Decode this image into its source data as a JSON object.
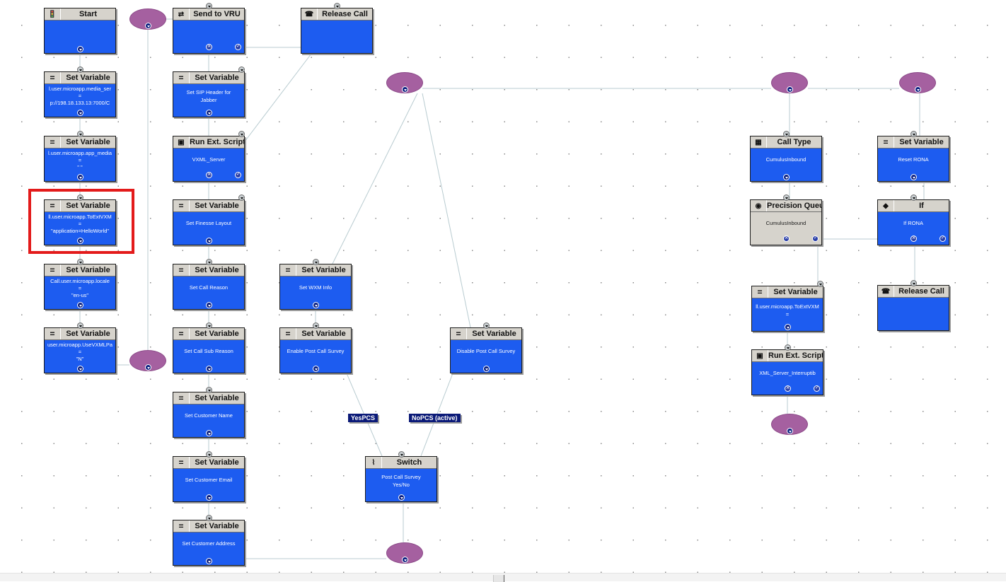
{
  "colors": {
    "node_body": "#1d5cf0",
    "node_header": "#d6d3cc",
    "connector": "#a560a0",
    "label_tag": "#0b1a78",
    "highlight": "#e31b1b",
    "edge": "#b8cbd0"
  },
  "nodes": [
    {
      "id": "start",
      "type": "Start",
      "title": "Start",
      "icon": "traffic-light-icon",
      "lines": []
    },
    {
      "id": "sv1",
      "type": "Set Variable",
      "title": "Set Variable",
      "icon": "equals-icon",
      "lines": [
        "l.user.microapp.media_ser",
        "=",
        "p://198.18.133.13:7000/C"
      ]
    },
    {
      "id": "sv2",
      "type": "Set Variable",
      "title": "Set Variable",
      "icon": "equals-icon",
      "lines": [
        "l.user.microapp.app_media",
        "=",
        "\" \""
      ]
    },
    {
      "id": "sv3",
      "type": "Set Variable",
      "title": "Set Variable",
      "icon": "equals-icon",
      "lines": [
        "ll.user.microapp.ToExtVXM",
        "=",
        "\"application=HelloWorld\""
      ]
    },
    {
      "id": "sv4",
      "type": "Set Variable",
      "title": "Set Variable",
      "icon": "equals-icon",
      "lines": [
        "Call.user.microapp.locale",
        "=",
        "\"en-us\""
      ]
    },
    {
      "id": "sv5",
      "type": "Set Variable",
      "title": "Set Variable",
      "icon": "equals-icon",
      "lines": [
        "user.microapp.UseVXMLPa",
        "=",
        "\"N\""
      ]
    },
    {
      "id": "vru",
      "type": "Send to VRU",
      "title": "Send to VRU",
      "icon": "send-to-vru-icon",
      "lines": []
    },
    {
      "id": "rel1",
      "type": "Release Call",
      "title": "Release Call",
      "icon": "release-call-icon",
      "lines": []
    },
    {
      "id": "sip",
      "type": "Set Variable",
      "title": "Set Variable",
      "icon": "equals-icon",
      "lines": [
        "Set SIP Header for",
        "Jabber"
      ]
    },
    {
      "id": "res1",
      "type": "Run Ext. Script",
      "title": "Run Ext. Script",
      "icon": "run-script-icon",
      "lines": [
        "VXML_Server"
      ]
    },
    {
      "id": "fin",
      "type": "Set Variable",
      "title": "Set Variable",
      "icon": "equals-icon",
      "lines": [
        "Set Finesse Layout"
      ]
    },
    {
      "id": "reason",
      "type": "Set Variable",
      "title": "Set Variable",
      "icon": "equals-icon",
      "lines": [
        "Set Call Reason"
      ]
    },
    {
      "id": "subreason",
      "type": "Set Variable",
      "title": "Set Variable",
      "icon": "equals-icon",
      "lines": [
        "Set Call Sub Reason"
      ]
    },
    {
      "id": "cname",
      "type": "Set Variable",
      "title": "Set Variable",
      "icon": "equals-icon",
      "lines": [
        "Set Customer Name"
      ]
    },
    {
      "id": "cemail",
      "type": "Set Variable",
      "title": "Set Variable",
      "icon": "equals-icon",
      "lines": [
        "Set Customer Email"
      ]
    },
    {
      "id": "caddr",
      "type": "Set Variable",
      "title": "Set Variable",
      "icon": "equals-icon",
      "lines": [
        "Set Customer Address"
      ]
    },
    {
      "id": "wxm",
      "type": "Set Variable",
      "title": "Set Variable",
      "icon": "equals-icon",
      "lines": [
        "Set WXM Info"
      ]
    },
    {
      "id": "enpcs",
      "type": "Set Variable",
      "title": "Set Variable",
      "icon": "equals-icon",
      "lines": [
        "Enable Post Call Survey"
      ]
    },
    {
      "id": "dispcs",
      "type": "Set Variable",
      "title": "Set Variable",
      "icon": "equals-icon",
      "lines": [
        "Disable Post Call Survey"
      ]
    },
    {
      "id": "switch",
      "type": "Switch",
      "title": "Switch",
      "icon": "switch-icon",
      "lines": [
        "Post Call Survey",
        "Yes/No"
      ]
    },
    {
      "id": "ctype",
      "type": "Call Type",
      "title": "Call Type",
      "icon": "call-type-icon",
      "lines": [
        "CumulusInbound"
      ]
    },
    {
      "id": "pq",
      "type": "Precision Queue",
      "title": "Precision Queue",
      "icon": "precision-queue-icon",
      "lines": [
        "CumulusInbound"
      ]
    },
    {
      "id": "sv6",
      "type": "Set Variable",
      "title": "Set Variable",
      "icon": "equals-icon",
      "lines": [
        "ll.user.microapp.ToExtVXM",
        "="
      ]
    },
    {
      "id": "res2",
      "type": "Run Ext. Script",
      "title": "Run Ext. Script",
      "icon": "run-script-icon",
      "lines": [
        "XML_Server_Interruptib"
      ]
    },
    {
      "id": "rona",
      "type": "Set Variable",
      "title": "Set Variable",
      "icon": "equals-icon",
      "lines": [
        "Reset RONA"
      ]
    },
    {
      "id": "if",
      "type": "If",
      "title": "If",
      "icon": "if-icon",
      "lines": [
        "If RONA"
      ]
    },
    {
      "id": "rel2",
      "type": "Release Call",
      "title": "Release Call",
      "icon": "release-call-icon",
      "lines": []
    }
  ],
  "branch_labels": [
    {
      "id": "yes",
      "text": "YesPCS"
    },
    {
      "id": "no",
      "text": "NoPCS (active)"
    }
  ],
  "highlighted_node": "sv3"
}
